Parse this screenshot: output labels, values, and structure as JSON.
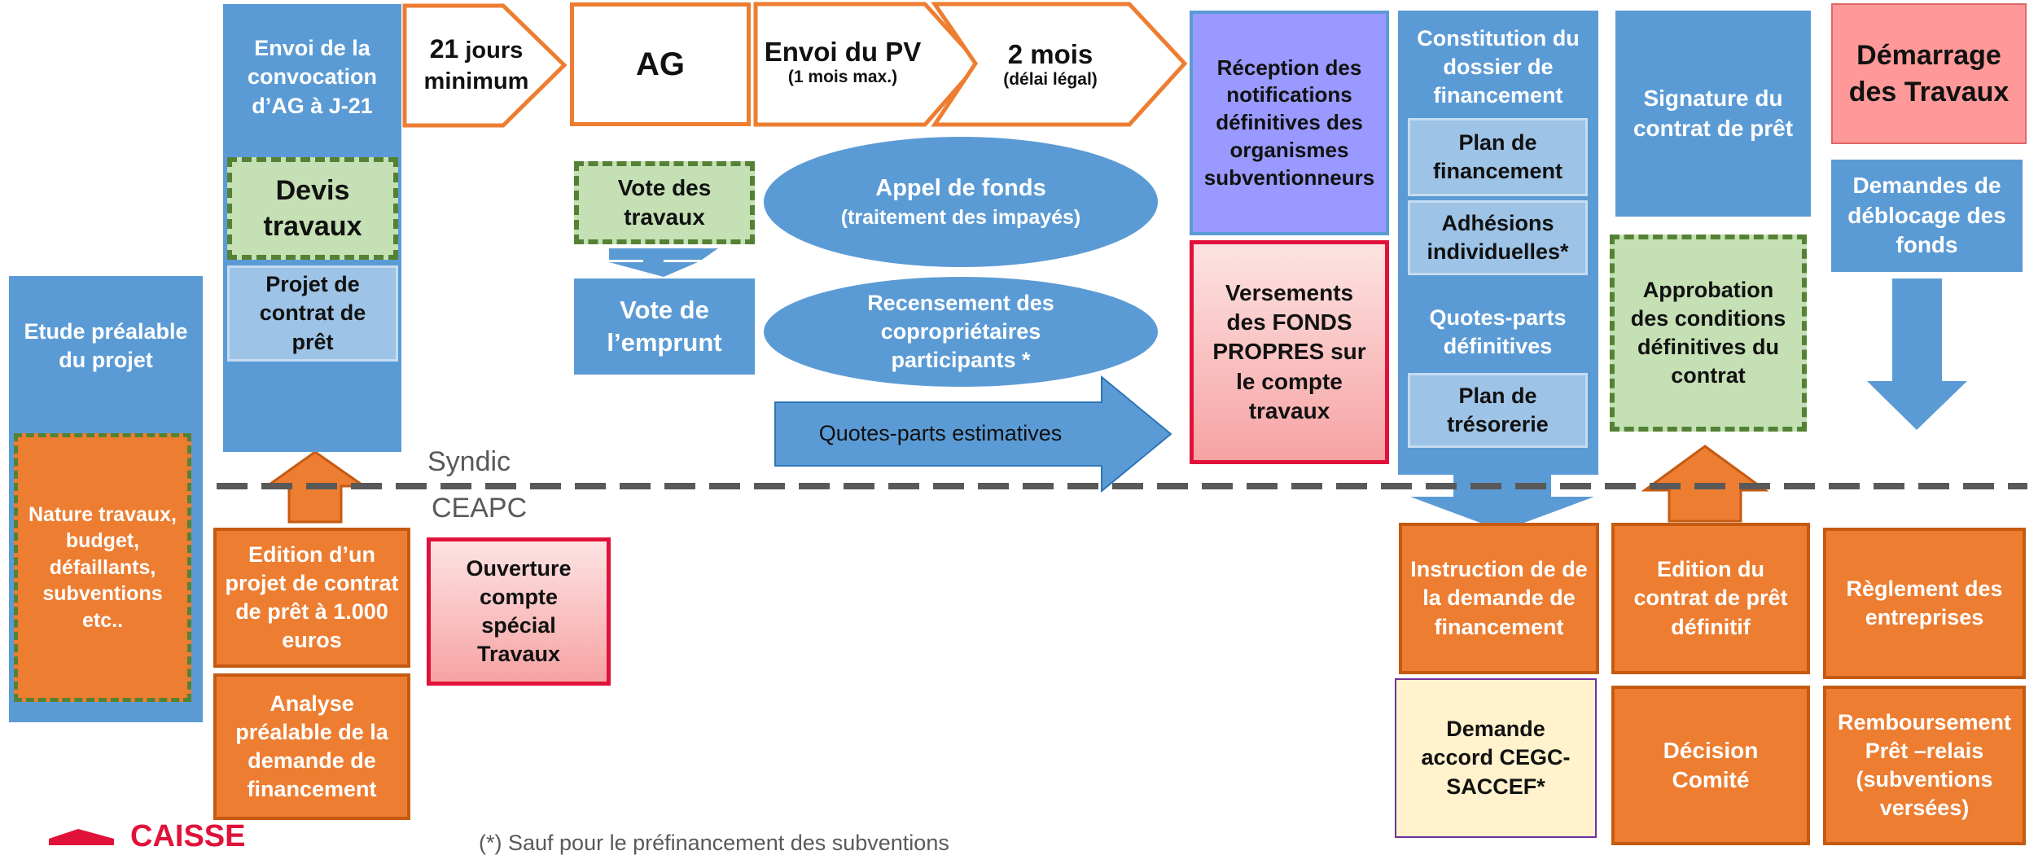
{
  "timeline": {
    "envoi_convocation": "Envoi de la convocation d’AG à J-21",
    "jours_num": "21",
    "jours_rest": "jours",
    "jours_line2": "minimum",
    "ag": "AG",
    "envoi_pv": "Envoi du PV",
    "envoi_pv_sub": "(1 mois max.)",
    "deux_mois": "2 mois",
    "deux_mois_sub": "(délai légal)",
    "reception": "Réception des notifications définitives des organismes subventionneurs",
    "constitution": "Constitution du dossier de financement",
    "plan_financement": "Plan de financement",
    "adhesions": "Adhésions individuelles*",
    "quotes_parts_def": "Quotes-parts définitives",
    "plan_tresorerie": "Plan de trésorerie",
    "signature": "Signature du contrat de prêt",
    "demarrage": "Démarrage des Travaux"
  },
  "syndic_side": {
    "etude": "Etude préalable du projet",
    "nature": "Nature travaux, budget, défaillants, subventions etc..",
    "devis": "Devis travaux",
    "projet_contrat": "Projet de contrat de prêt",
    "vote_travaux": "Vote des travaux",
    "vote_emprunt": "Vote de l’emprunt",
    "appel_fonds": "Appel de fonds",
    "appel_fonds_sub": "(traitement des impayés)",
    "recensement": "Recensement des copropriétaires participants *",
    "quotes_parts_est": "Quotes-parts estimatives",
    "versements": "Versements des FONDS PROPRES sur le compte travaux",
    "approbation": "Approbation des conditions définitives du contrat",
    "demandes_deblocage": "Demandes de déblocage des fonds"
  },
  "divider": {
    "syndic": "Syndic",
    "ceapc": "CEAPC"
  },
  "ceapc_side": {
    "edition_projet": "Edition d’un projet de contrat de prêt à 1.000 euros",
    "analyse": "Analyse préalable de la demande de financement",
    "ouverture": "Ouverture compte spécial Travaux",
    "instruction": "Instruction de de la demande de financement",
    "demande_accord": "Demande accord CEGC-SACCEF*",
    "edition_definitif": "Edition du contrat de prêt définitif",
    "decision": "Décision Comité",
    "reglement": "Règlement des entreprises",
    "remboursement": "Remboursement Prêt –relais (subventions versées)"
  },
  "footer": {
    "logo_text": "CAISSE",
    "footnote": "(*) Sauf pour le préfinancement des subventions"
  },
  "colors": {
    "blue": "#5b9bd5",
    "orange": "#ed7d31",
    "green": "#c5e0b4",
    "red": "#e0123a",
    "purple": "#9999ff"
  }
}
